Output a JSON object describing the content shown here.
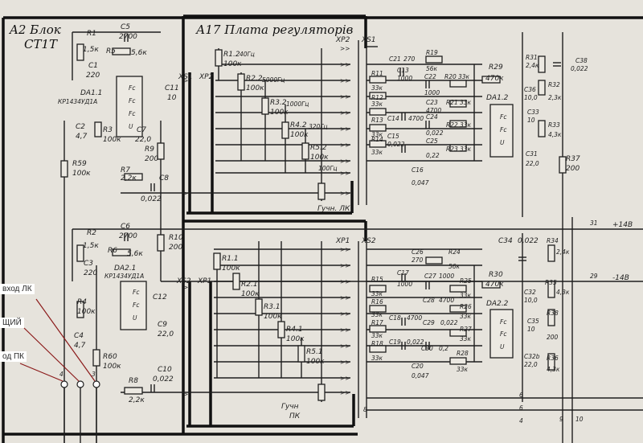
{
  "blocks": {
    "a2_title_line1": "A2 Блок",
    "a2_title_line2": "СТ1Т",
    "a17_title": "А17 Плата регуляторів"
  },
  "ic_labels": {
    "da11": "DA1.1",
    "da11_part": "КР1434УД1А",
    "da21": "DA2.1",
    "da21_part": "КР1434УД1А",
    "da12": "DA1.2",
    "da22": "DA2.2"
  },
  "connectors": {
    "xp2": "XP2",
    "xs1": "XS1",
    "xs1_left": "XS1",
    "xp2_top": "XP2",
    "xp1": "XP1",
    "xs2": "XS2",
    "xs2_left": "XS2",
    "xp1_left": "XP1"
  },
  "top_left": [
    {
      "ref": "R1",
      "val": "1,5к"
    },
    {
      "ref": "C5",
      "val": "2700"
    },
    {
      "ref": "R5",
      "val": "5,6к"
    },
    {
      "ref": "C1",
      "val": "220"
    },
    {
      "ref": "C11",
      "val": "10"
    },
    {
      "ref": "C2",
      "val": "4,7"
    },
    {
      "ref": "R3",
      "val": "100к"
    },
    {
      "ref": "C7",
      "val": "22,0"
    },
    {
      "ref": "R9",
      "val": "200"
    },
    {
      "ref": "R59",
      "val": "100к"
    },
    {
      "ref": "R7",
      "val": "2,2к"
    },
    {
      "ref": "C8",
      "val": "0,022"
    }
  ],
  "bottom_left": [
    {
      "ref": "R2",
      "val": "1,5к"
    },
    {
      "ref": "C6",
      "val": "2700"
    },
    {
      "ref": "R6",
      "val": "5,6к"
    },
    {
      "ref": "C3",
      "val": "220"
    },
    {
      "ref": "R10",
      "val": "200"
    },
    {
      "ref": "R4",
      "val": "100к"
    },
    {
      "ref": "C12",
      "val": ""
    },
    {
      "ref": "C9",
      "val": "22,0"
    },
    {
      "ref": "C4",
      "val": "4,7"
    },
    {
      "ref": "R60",
      "val": "100к"
    },
    {
      "ref": "R8",
      "val": "2,2к"
    },
    {
      "ref": "C10",
      "val": "0,022"
    }
  ],
  "pots_top": [
    {
      "ref": "R1.2",
      "val": "100к",
      "freq": "40Гц"
    },
    {
      "ref": "R2.2",
      "val": "100к",
      "freq": "5000Гц"
    },
    {
      "ref": "R3.2",
      "val": "100к",
      "freq": "1000Гц"
    },
    {
      "ref": "R4.2",
      "val": "100к",
      "freq": "320Гц"
    },
    {
      "ref": "R5.2",
      "val": "100к",
      "freq": "100Гц"
    }
  ],
  "pots_bottom": [
    {
      "ref": "R1.1",
      "val": "100к"
    },
    {
      "ref": "R2.1",
      "val": "100к"
    },
    {
      "ref": "R3.1",
      "val": "100к"
    },
    {
      "ref": "R4.1",
      "val": "100к"
    },
    {
      "ref": "R5.1",
      "val": "100к"
    }
  ],
  "filter_top": [
    {
      "ref": "C21",
      "val": "270"
    },
    {
      "ref": "R19",
      "val": "56к"
    },
    {
      "ref": "C13",
      "val": "1000"
    },
    {
      "ref": "C22",
      "val": "1000"
    },
    {
      "ref": "R11",
      "val": "33к"
    },
    {
      "ref": "R20",
      "val": "33к"
    },
    {
      "ref": "C23",
      "val": "4700"
    },
    {
      "ref": "R21",
      "val": "33к"
    },
    {
      "ref": "R12",
      "val": "33к"
    },
    {
      "ref": "C14",
      "val": "4700"
    },
    {
      "ref": "C24",
      "val": "0,022"
    },
    {
      "ref": "R22",
      "val": "33к"
    },
    {
      "ref": "R13",
      "val": "33к"
    },
    {
      "ref": "C15",
      "val": "0,022"
    },
    {
      "ref": "C25",
      "val": "0,22"
    },
    {
      "ref": "R23",
      "val": "33к"
    },
    {
      "ref": "R14",
      "val": "33к"
    },
    {
      "ref": "C16",
      "val": "0,047"
    }
  ],
  "filter_bottom": [
    {
      "ref": "C26",
      "val": "270"
    },
    {
      "ref": "R24",
      "val": "56к"
    },
    {
      "ref": "C17",
      "val": "1000"
    },
    {
      "ref": "C27",
      "val": "1000"
    },
    {
      "ref": "R15",
      "val": "33к"
    },
    {
      "ref": "R25",
      "val": "33к"
    },
    {
      "ref": "C28",
      "val": "4700"
    },
    {
      "ref": "R26",
      "val": "33к"
    },
    {
      "ref": "R16",
      "val": "33к"
    },
    {
      "ref": "C18",
      "val": "4700"
    },
    {
      "ref": "C29",
      "val": "0,022"
    },
    {
      "ref": "R27",
      "val": "33к"
    },
    {
      "ref": "R17",
      "val": "33к"
    },
    {
      "ref": "C19",
      "val": "0,022"
    },
    {
      "ref": "C30",
      "val": "0,2"
    },
    {
      "ref": "R28",
      "val": "33к"
    },
    {
      "ref": "R18",
      "val": "33к"
    },
    {
      "ref": "C20",
      "val": "0,047"
    }
  ],
  "right_top": [
    {
      "ref": "R29",
      "val": "470к"
    },
    {
      "ref": "R31",
      "val": "2,4к"
    },
    {
      "ref": "C38",
      "val": "0,022"
    },
    {
      "ref": "C36",
      "val": "10,0"
    },
    {
      "ref": "R32",
      "val": "2,3к"
    },
    {
      "ref": "C33",
      "val": "10"
    },
    {
      "ref": "R33",
      "val": "4,3к"
    },
    {
      "ref": "C31",
      "val": "22,0"
    },
    {
      "ref": "R37",
      "val": "200"
    }
  ],
  "right_bottom": [
    {
      "ref": "C34",
      "val": "0,022"
    },
    {
      "ref": "R34",
      "val": "2,4к"
    },
    {
      "ref": "R30",
      "val": "470к"
    },
    {
      "ref": "R35",
      "val": "4,3к"
    },
    {
      "ref": "C32",
      "val": "10,0"
    },
    {
      "ref": "C35",
      "val": "10"
    },
    {
      "ref": "R38",
      "val": "200"
    },
    {
      "ref": "C32b",
      "val": "22,0"
    },
    {
      "ref": "R36",
      "val": "4,3к"
    }
  ],
  "power": {
    "plus": "+14В",
    "minus": "-14В",
    "pin_plus": "31",
    "pin_minus": "29"
  },
  "gucn": {
    "top": "Гучн. ЛК",
    "bottom_line1": "Гучн",
    "bottom_line2": "ПК"
  },
  "annotations": {
    "vhod_lk": "вход ЛК",
    "obshiy": "ЩИЙ",
    "vhod_pk": "од ПК"
  },
  "bottom_pins": {
    "p1": "4",
    "p2": "3",
    "p3": "6",
    "p4": "8",
    "p5": "9",
    "p6": "10",
    "p7": "6",
    "p8": "4"
  }
}
